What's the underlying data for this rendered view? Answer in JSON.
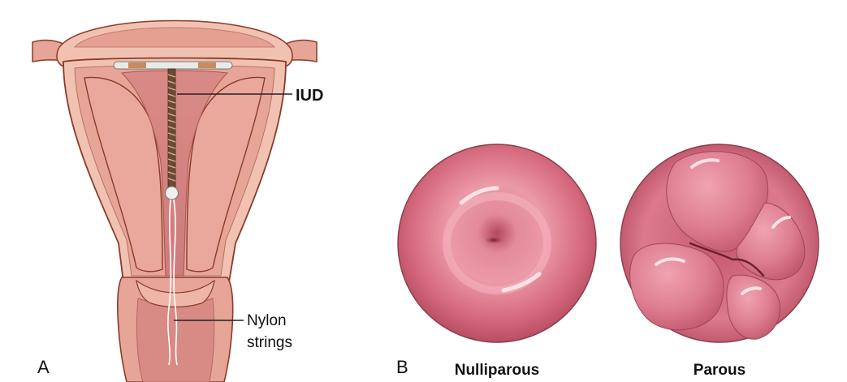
{
  "panel_a": {
    "letter": "A",
    "callout_iud": "IUD",
    "callout_strings_line1": "Nylon",
    "callout_strings_line2": "strings"
  },
  "panel_b": {
    "letter": "B",
    "caption_left": "Nulliparous",
    "caption_right": "Parous"
  },
  "colors": {
    "outline": "#8a3b2a",
    "tissue_light": "#f1c2b2",
    "tissue_mid": "#e7a597",
    "tissue_dark": "#c9636a",
    "cervix_pink": "#d96f82"
  }
}
